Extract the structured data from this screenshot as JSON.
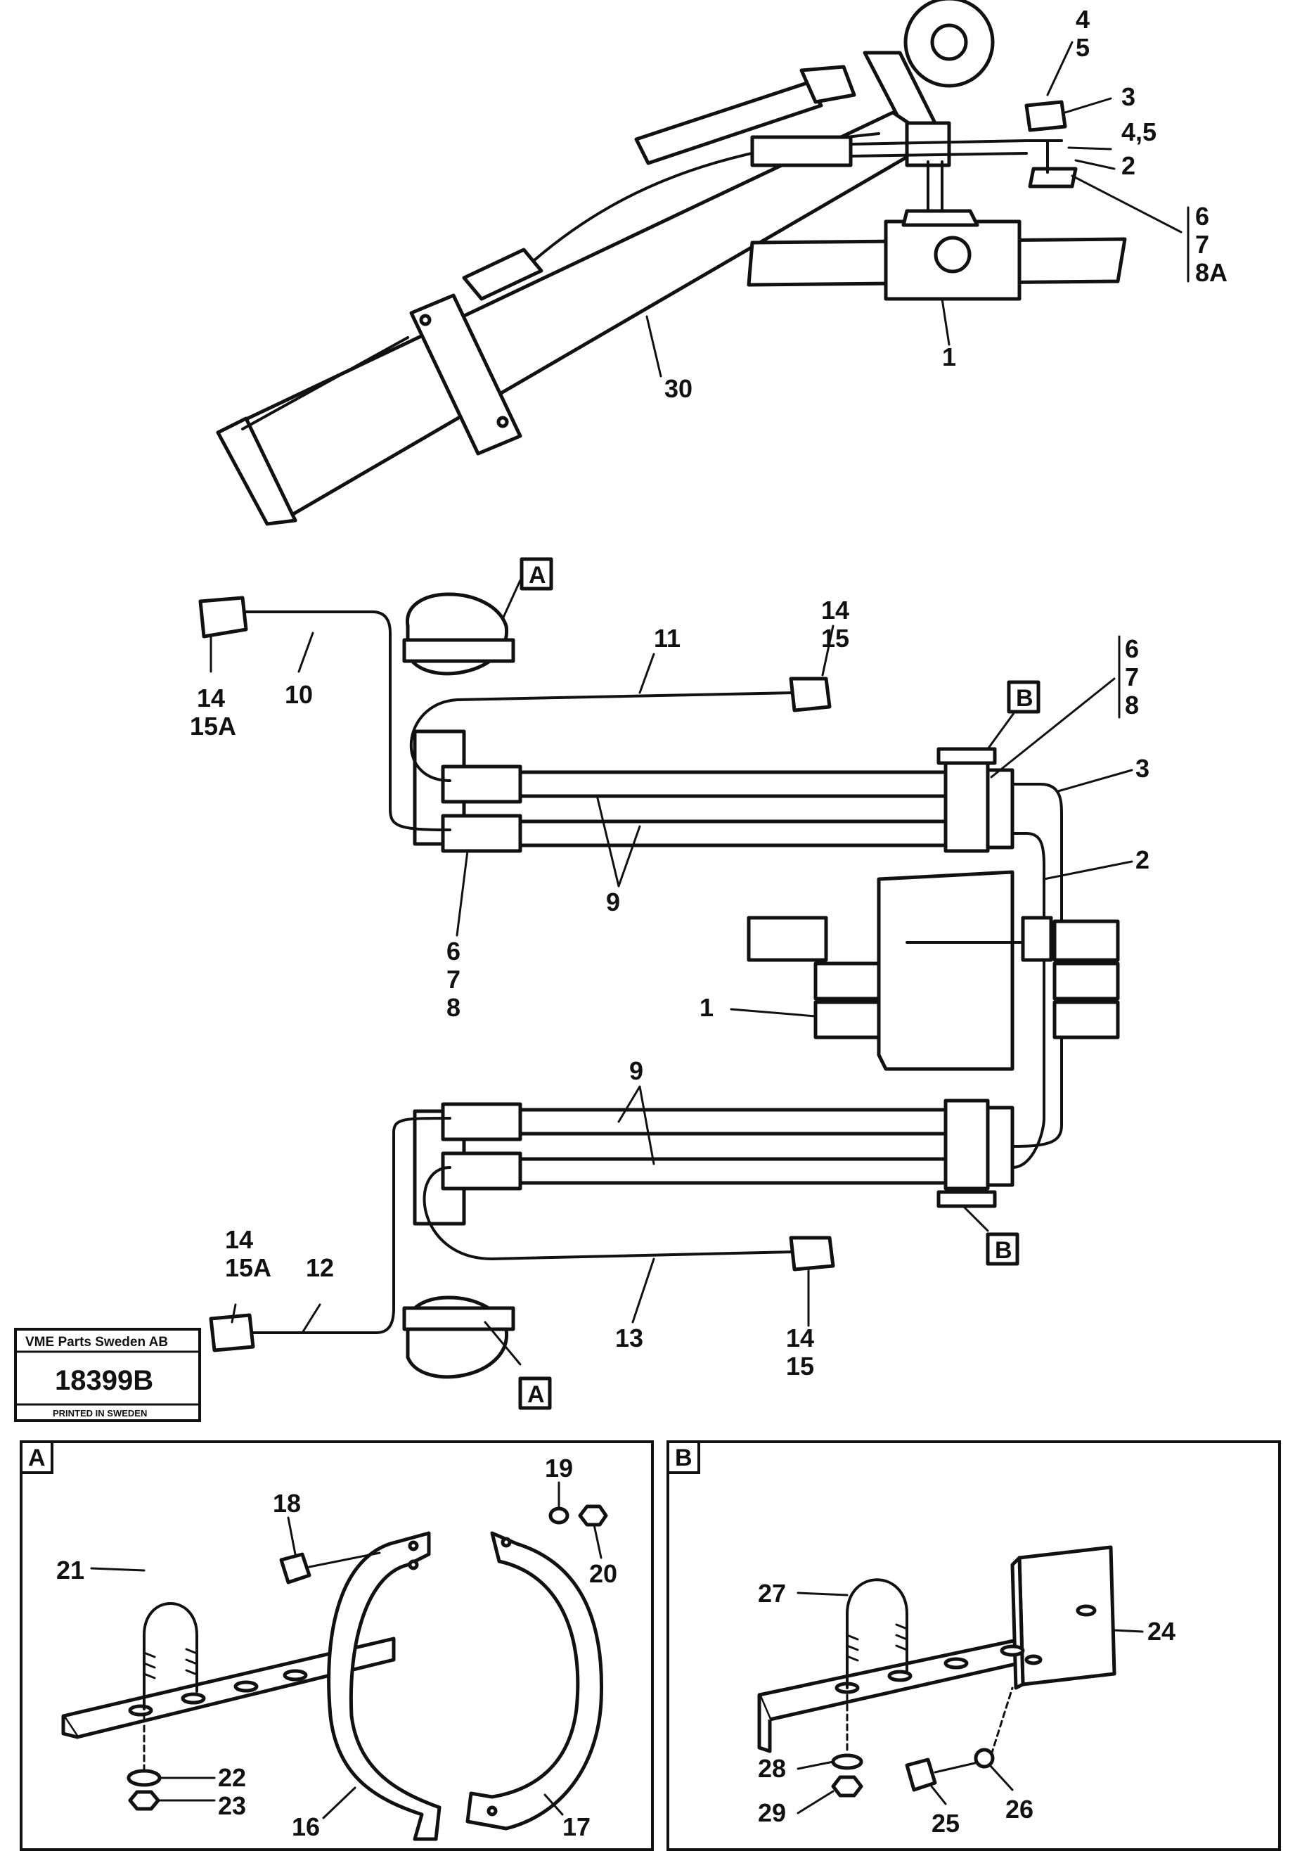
{
  "stamp": {
    "company": "VME Parts Sweden AB",
    "number": "18399B",
    "printed": "PRINTED IN SWEDEN"
  },
  "top_view": {
    "labels": {
      "l4": "4",
      "l5": "5",
      "l3": "3",
      "l45": "4,5",
      "l2": "2",
      "l6": "6",
      "l7": "7",
      "l8A": "8A",
      "l1": "1",
      "l30": "30"
    }
  },
  "middle_view": {
    "labels": {
      "boxA_top": "A",
      "l14_tl": "14",
      "l15A_tl": "15A",
      "l10": "10",
      "l11": "11",
      "l14_tr": "14",
      "l15_tr": "15",
      "boxB_top": "B",
      "l6_r": "6",
      "l7_r": "7",
      "l8_r": "8",
      "l3": "3",
      "l2": "2",
      "l9_top": "9",
      "l6_l": "6",
      "l7_l": "7",
      "l8_l": "8",
      "l1": "1",
      "l9_bottom": "9",
      "l14_bl": "14",
      "l15A_bl": "15A",
      "l12": "12",
      "l13": "13",
      "l14_br": "14",
      "l15_br": "15",
      "boxB_bottom": "B",
      "boxA_bottom": "A"
    }
  },
  "detail_a": {
    "tag": "A",
    "labels": {
      "l18": "18",
      "l19": "19",
      "l20": "20",
      "l21": "21",
      "l22": "22",
      "l23": "23",
      "l16": "16",
      "l17": "17"
    }
  },
  "detail_b": {
    "tag": "B",
    "labels": {
      "l27": "27",
      "l24": "24",
      "l28": "28",
      "l29": "29",
      "l25": "25",
      "l26": "26"
    }
  }
}
